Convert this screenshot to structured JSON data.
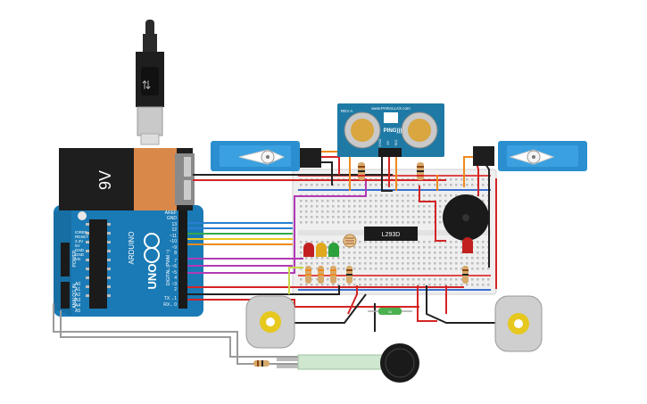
{
  "battery": {
    "label": "9V"
  },
  "arduino": {
    "brand": "ARDUINO",
    "model": "UNO",
    "digital_label": "DIGITAL (PWM ~)",
    "analog_label": "ANALOG IN",
    "power_label": "POWER",
    "pins_digital": [
      "AREF",
      "GND",
      "13",
      "12",
      "~11",
      "~10",
      "~9",
      "8",
      "7",
      "~6",
      "~5",
      "4",
      "~3",
      "2",
      "TX→1",
      "RX←0"
    ],
    "pins_analog": [
      "A0",
      "A1",
      "A2",
      "A3",
      "A4",
      "A5"
    ],
    "pins_power": [
      "IOREF",
      "RESET",
      "3.3V",
      "5V",
      "GND",
      "GND",
      "Vin"
    ]
  },
  "ping_sensor": {
    "brand": "www.PARALLAX.com",
    "model": "PING))) ",
    "rev": "REV A",
    "pins": [
      "GND",
      "5V",
      "SIG"
    ]
  },
  "driver_chip": {
    "label": "L293D"
  },
  "resistor_loose": {
    "label": "1k"
  },
  "colors": {
    "board": "#1a7ab5",
    "breadboard": "#f2f2f2",
    "wire_red": "#d42424",
    "wire_black": "#222222",
    "wire_blue": "#2a7fd1",
    "wire_green": "#33a84a",
    "wire_yellow": "#e6c81e",
    "wire_purple": "#b23ab5",
    "wire_orange": "#f08a1d",
    "wire_gray": "#9a9a9a",
    "servo": "#2b8fcf",
    "led_red": "#c22020",
    "led_yellow": "#e0a81c",
    "led_green": "#2ea03c"
  }
}
